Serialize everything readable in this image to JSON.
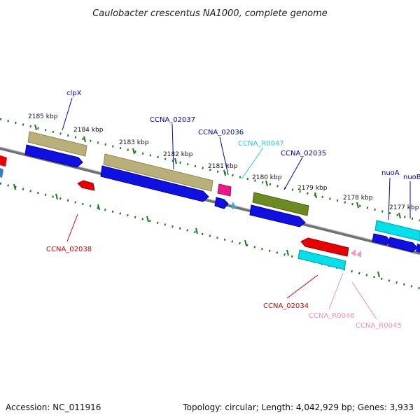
{
  "title": "Caulobacter crescentus NA1000, complete genome",
  "footer": {
    "accession": "Accession: NC_011916",
    "stats": "Topology: circular; Length: 4,042,929 bp; Genes: 3,933"
  },
  "kbp_labels": [
    "2185 kbp",
    "2184 kbp",
    "2183 kbp",
    "2182 kbp",
    "2181 kbp",
    "2180 kbp",
    "2179 kbp",
    "2178 kbp",
    "2177 kbp"
  ],
  "gene_labels": [
    "clpX",
    "CCNA_02037",
    "CCNA_02036",
    "CCNA_R0047",
    "CCNA_02035",
    "nuoA",
    "nuoB",
    "CCNA_02038",
    "CCNA_02034",
    "CCNA_R0046",
    "CCNA_R0045"
  ],
  "colors": {
    "plus_gene": "#1010e0",
    "plus_cds": "#b8b078",
    "trna": "#00e0e8",
    "green_cds": "#6b8a22",
    "minus_gene": "#e80000",
    "pink_gene": "#f01888",
    "light_pink": "#f098c0",
    "backbone": "#888888",
    "tick": "#1a7a1a",
    "label_blue": "#0000c0",
    "label_cyan": "#20c8e0",
    "label_red": "#d00000",
    "label_pink": "#f090b8"
  }
}
